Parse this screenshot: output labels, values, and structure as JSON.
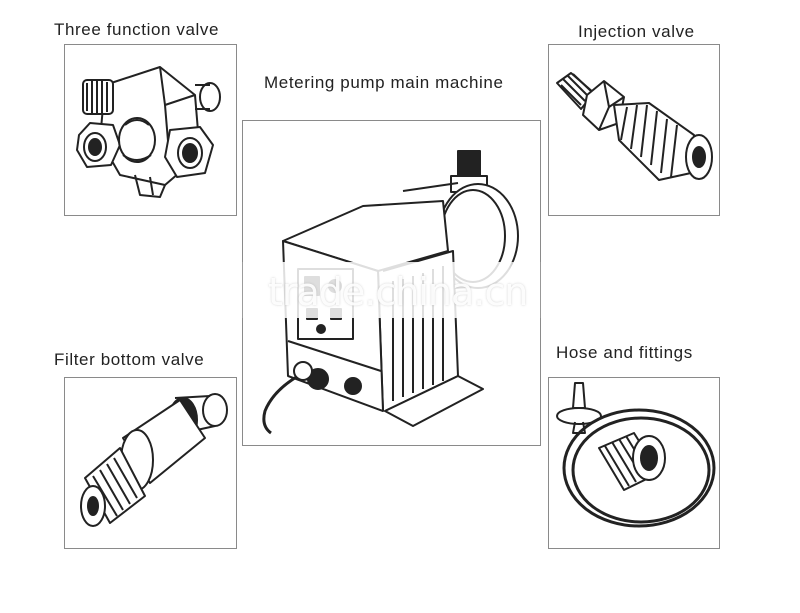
{
  "labels": {
    "three_function_valve": "Three function valve",
    "injection_valve": "Injection valve",
    "metering_pump": "Metering pump main machine",
    "filter_bottom_valve": "Filter bottom valve",
    "hose_and_fittings": "Hose and fittings"
  },
  "watermark": "trade.china.cn",
  "icons": {
    "three_function_valve": "three-function-valve-illustration",
    "injection_valve": "injection-valve-illustration",
    "metering_pump": "metering-pump-illustration",
    "filter_bottom_valve": "filter-bottom-valve-illustration",
    "hose_and_fittings": "hose-and-fittings-illustration"
  },
  "colors": {
    "line": "#222222",
    "border": "#8a8a8a",
    "background": "#ffffff"
  }
}
